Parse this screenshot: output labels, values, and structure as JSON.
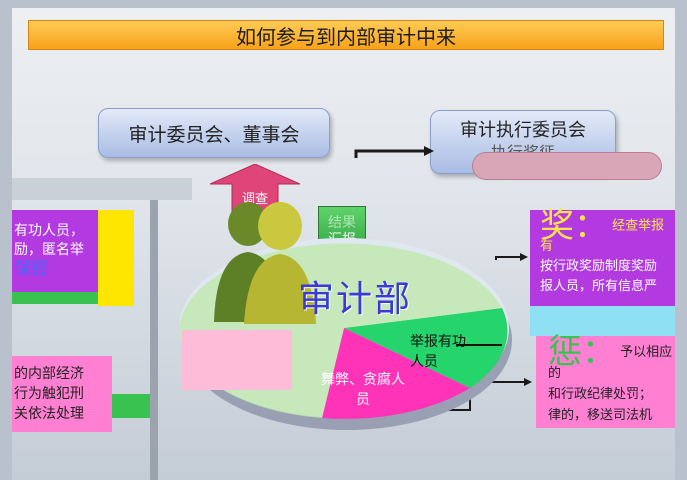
{
  "title": "如何参与到内部审计中来",
  "nodes": {
    "audit_committee": "审计委员会、董事会",
    "exec_committee": "审计执行委员会",
    "exec_sub": "执行奖惩",
    "investigate": "调查",
    "report": "汇报",
    "report_ghost": "结果",
    "audit_dept": "审计部",
    "whistleblower": "举报有功人员",
    "fraud": "舞弊、贪腐人员"
  },
  "left_panel": {
    "line1": "有功人员，",
    "line2": "励，匿名举",
    "line3": "保密"
  },
  "left_pink": {
    "line1": "的内部经济",
    "line2": "行为触犯刑",
    "line3": "关依法处理"
  },
  "right_panel": {
    "char": "奖：",
    "line1": "经查举报有",
    "line2": "按行政奖励制度奖励",
    "line3": "报人员，所有信息严"
  },
  "right_pink": {
    "char": "惩：",
    "line1": "予以相应的",
    "line2": "和行政纪律处罚；",
    "line3": "律的，移送司法机"
  },
  "colors": {
    "title_bg": "#f7a21a",
    "audit_dept_text": "#3a3ad8",
    "purple": "#b23ae0",
    "pink": "#ff7fd2",
    "green": "#39c250",
    "arrow_pink": "#e0457a"
  }
}
